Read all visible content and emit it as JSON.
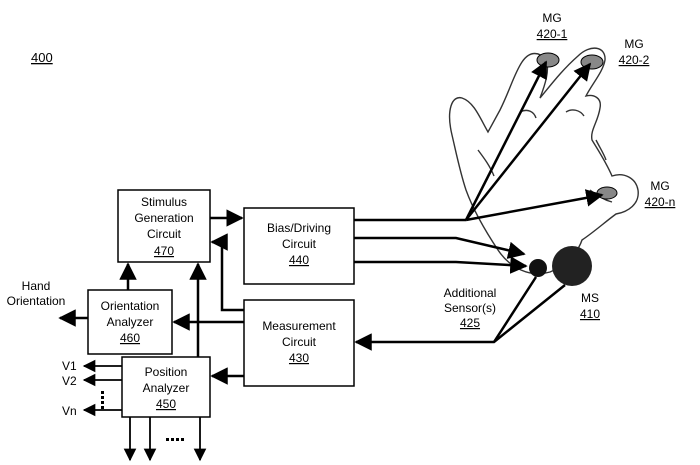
{
  "figure_number": "400",
  "blocks": {
    "stimulus": {
      "line1": "Stimulus",
      "line2": "Generation",
      "line3": "Circuit",
      "num": "470"
    },
    "bias": {
      "line1": "Bias/Driving",
      "line2": "Circuit",
      "num": "440"
    },
    "orientation": {
      "line1": "Orientation",
      "line2": "Analyzer",
      "num": "460"
    },
    "measurement": {
      "line1": "Measurement",
      "line2": "Circuit",
      "num": "430"
    },
    "position": {
      "line1": "Position",
      "line2": "Analyzer",
      "num": "450"
    }
  },
  "labels": {
    "hand_orientation": {
      "line1": "Hand",
      "line2": "Orientation"
    },
    "v1": "V1",
    "v2": "V2",
    "vn": "Vn",
    "mg1": {
      "name": "MG",
      "num": "420-1"
    },
    "mg2": {
      "name": "MG",
      "num": "420-2"
    },
    "mgn": {
      "name": "MG",
      "num": "420-n"
    },
    "additional_sensor": {
      "line1": "Additional",
      "line2": "Sensor(s)",
      "num": "425"
    },
    "ms": {
      "name": "MS",
      "num": "410"
    }
  }
}
